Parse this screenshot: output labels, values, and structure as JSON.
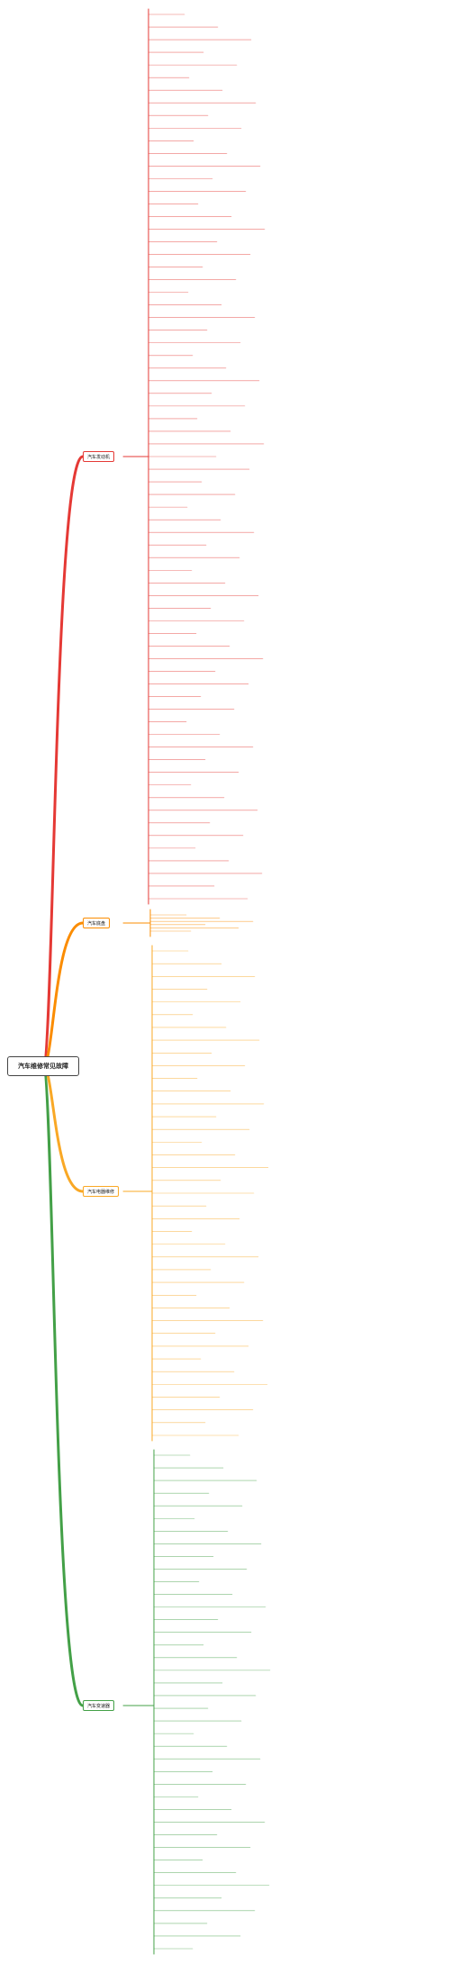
{
  "root": {
    "label": "汽车维修常见故障"
  },
  "branches": [
    {
      "id": "b1",
      "label": "汽车发动机",
      "color": "#e53935"
    },
    {
      "id": "b2",
      "label": "汽车底盘",
      "color": "#fb8c00"
    },
    {
      "id": "b3",
      "label": "汽车电器维修",
      "color": "#f9a825"
    },
    {
      "id": "b4",
      "label": "汽车变速器",
      "color": "#43a047"
    }
  ],
  "colors": {
    "line_neutral": "#9e9e9e",
    "root_border": "#444444"
  },
  "footer": {
    "label": ""
  }
}
